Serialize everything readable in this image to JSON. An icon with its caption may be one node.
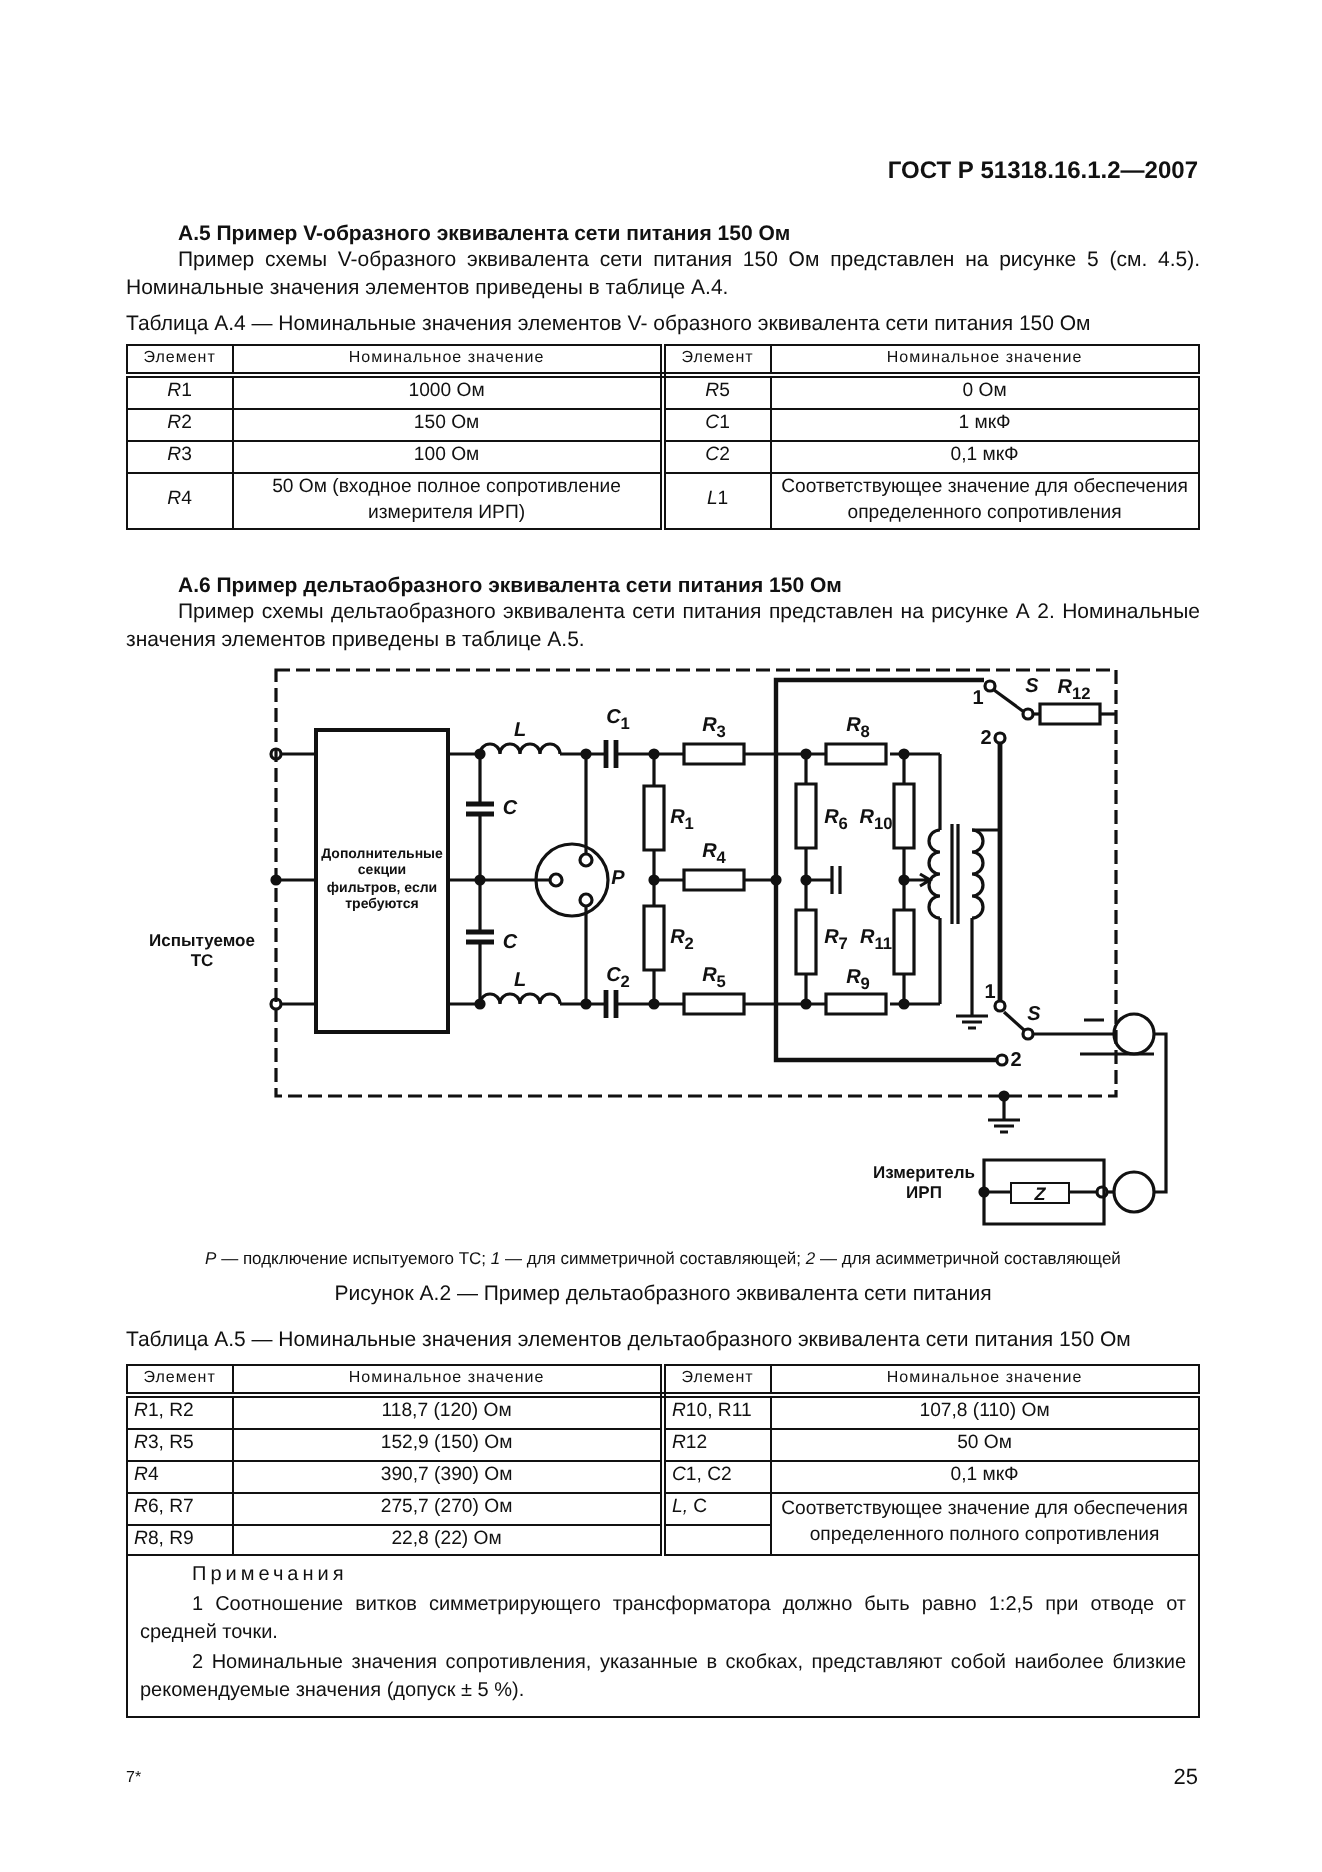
{
  "diagram": {
    "caption": "Рисунок А.2 — Пример дельтаобразного эквивалента сети питания",
    "nodes": [
      {
        "text": [
          "Дополнительные секции фильтров, если требуются"
        ]
      },
      {
        "text": [
          "Z"
        ]
      }
    ],
    "labels": [
      "ГОСТ Р 51318.16.1.2—2007",
      "А.5 Пример V-образного эквивалента сети питания 150 Ом",
      "Пример схемы V-образного эквивалента сети питания 150 Ом представлен на рисунке 5 (см. 4.5). Номинальные значения элементов приведены в таблице А.4.",
      "Таблица А.4 — Номинальные значения элементов V- образного эквивалента сети питания 150 Ом",
      "Элемент",
      "Номинальное значение",
      "Элемент",
      "Номинальное значение",
      "R1",
      "1000 Ом",
      "R5",
      "0 Ом",
      "R2",
      "150 Ом",
      "C1",
      "1 мкФ",
      "R3",
      "100 Ом",
      "C2",
      "0,1 мкФ",
      "R4",
      "50 Ом (входное полное сопротивление измерителя ИРП)",
      "L1",
      "Соответствующее значение для обеспечения определенного сопротивления",
      "А.6 Пример дельтаобразного эквивалента сети питания 150 Ом",
      "Пример схемы дельтаобразного эквивалента сети питания представлен на рисунке А 2. Номинальные значения элементов приведены в таблице А.5.",
      "*L*",
      "*C*$_{1}$",
      "*R*$_{3}$",
      "*C*",
      "*R*$_{1}$",
      "*R*$_{4}$",
      "*P*",
      "Испытуемое ТС",
      "*C*",
      "*R*$_{2}$",
      "*L*",
      "*C*$_{2}$",
      "*R*$_{5}$",
      "*R*$_{8}$",
      "*R*$_{6}$",
      "*R*$_{10}$",
      "*R*$_{7}$",
      "*R*$_{11}$",
      "*R*$_{9}$",
      "1",
      "*S*",
      "*R*$_{12}$",
      "2",
      "1",
      "*S*",
      "2",
      "Измеритель ИРП",
      "*P* — подключение испытуемого ТС; *1* — для симметричной составляющей; *2* — для асимметричной составляющей",
      "Таблица А.5 — Номинальные значения элементов дельтаобразного эквивалента сети питания 150 Ом",
      "Элемент",
      "Номинальное значение",
      "Элемент",
      "Номинальное значение",
      "R1, R2",
      "118,7 (120) Ом",
      "R10, R11",
      "107,8 (110) Ом",
      "R3, R5",
      "152,9 (150) Ом",
      "R12",
      "50 Ом",
      "R4",
      "390,7 (390) Ом",
      "C1, C2",
      "0,1 мкФ",
      "R6, R7",
      "275,7 (270) Ом",
      "L, C",
      "Соответствующее значение для обеспечения определенного полного сопротивления",
      "R8, R9",
      "22,8 (22) Ом",
      "Примечания",
      "1 Соотношение витков симметрирующего трансформатора должно быть равно 1:2,5 при отводе от средней точки.",
      "2 Номинальные значения сопротивления, указанные в скобках, представляют собой наиболее близкие рекомендуемые значения (допуск ± 5 %).",
      "7*",
      "25"
    ]
  }
}
